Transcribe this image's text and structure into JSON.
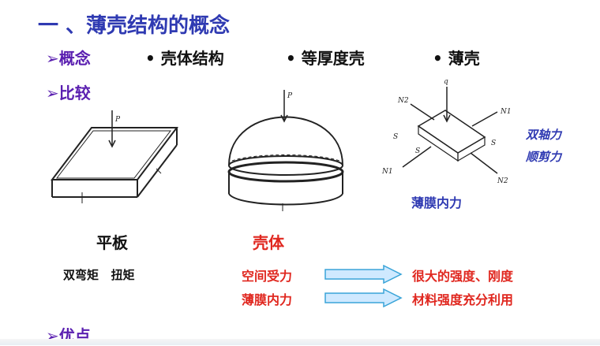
{
  "title": "一 、薄壳结构的概念",
  "concept": {
    "label": "➢概念",
    "items": [
      "• 壳体结构",
      "• 等厚度壳",
      "• 薄壳"
    ]
  },
  "compare": {
    "label": "➢比较"
  },
  "figures": {
    "plate": {
      "load_label": "P"
    },
    "dome": {
      "load_label": "P"
    },
    "element": {
      "q": "q",
      "n1_top": "N1",
      "n2_top": "N2",
      "n1_bottom": "N1",
      "n2_bottom": "N2",
      "s_left": "S",
      "s_right": "S",
      "s_bottom": "S",
      "caption": "薄膜内力"
    },
    "side_notes": [
      "双轴力",
      "顺剪力"
    ]
  },
  "plate_col": {
    "heading": "平板",
    "moments": "双弯矩   扭矩"
  },
  "shell_col": {
    "heading": "壳体",
    "rows": [
      {
        "left": "空间受力",
        "right": "很大的强度、刚度"
      },
      {
        "left": "薄膜内力",
        "right": "材料强度充分利用"
      }
    ]
  },
  "advantages": {
    "label": "➢优点"
  },
  "colors": {
    "title": "#2f3ab2",
    "accent_red": "#e0271f",
    "arrow_fill": "#cfe9ff",
    "arrow_stroke": "#3aa4d8"
  }
}
